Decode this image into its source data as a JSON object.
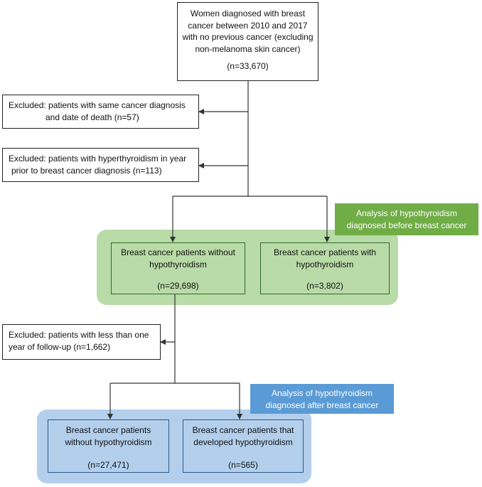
{
  "top": {
    "lines": [
      "Women diagnosed with breast",
      "cancer between 2010 and 2017",
      "with no previous cancer (excluding",
      "non-melanoma skin cancer)"
    ],
    "count": "(n=33,670)"
  },
  "exclusion1": {
    "lines": [
      "Excluded: patients with same cancer diagnosis",
      "and date of death (n=57)"
    ]
  },
  "exclusion2": {
    "lines": [
      "Excluded: patients with hyperthyroidism in year",
      "prior to breast cancer diagnosis (n=113)"
    ]
  },
  "analysis_before": {
    "label": [
      "Analysis of hypothyroidism",
      "diagnosed before breast cancer"
    ],
    "without": {
      "lines": [
        "Breast cancer patients without",
        "hypothyroidism"
      ],
      "count": "(n=29,698)"
    },
    "with": {
      "lines": [
        "Breast cancer patients with",
        "hypothyroidism"
      ],
      "count": "(n=3,802)"
    }
  },
  "exclusion3": {
    "lines": [
      "Excluded: patients with less than one",
      "year of follow-up (n=1,662)"
    ]
  },
  "analysis_after": {
    "label": [
      "Analysis of hypothyroidism",
      "diagnosed after breast cancer"
    ],
    "without": {
      "lines": [
        "Breast cancer patients",
        "without hypothyroidism"
      ],
      "count": "(n=27,471)"
    },
    "developed": {
      "lines": [
        "Breast cancer patients that",
        "developed hypothyroidism"
      ],
      "count": "(n=565)"
    }
  },
  "colors": {
    "green_region": "#b9dba7",
    "green_label": "#70ad47",
    "blue_region": "#b3cfec",
    "blue_label": "#5b9bd5"
  }
}
